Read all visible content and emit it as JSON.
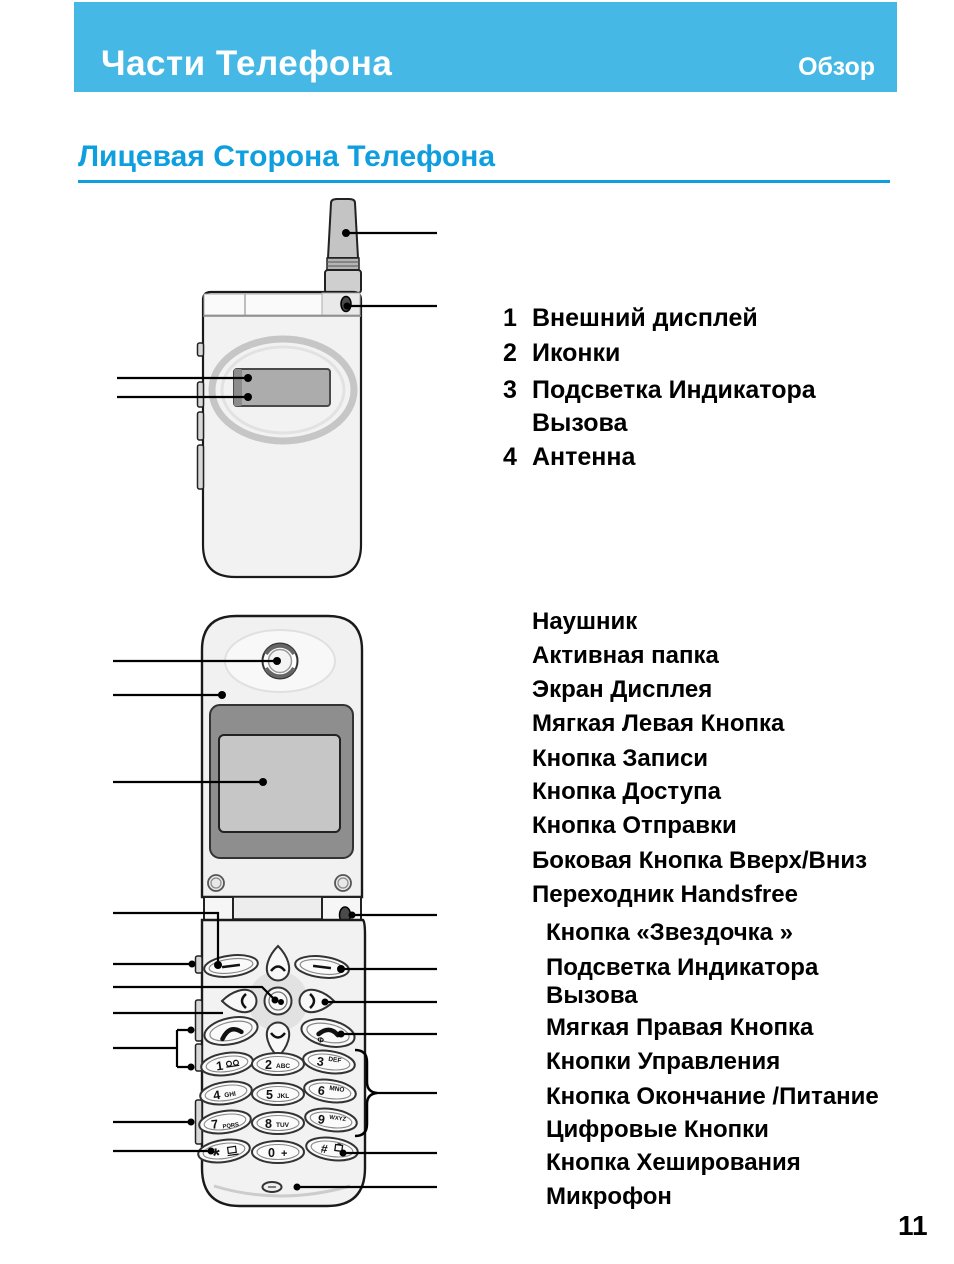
{
  "header": {
    "title": "Части Телефона",
    "right_label": "Обзор"
  },
  "section": {
    "title": "Лицевая Сторона Телефона"
  },
  "colors": {
    "header_bg": "#45B8E6",
    "accent_blue": "#0F9FDF"
  },
  "numbered_list": [
    {
      "num": "1",
      "label": "Внешний дисплей"
    },
    {
      "num": "2",
      "label": "Иконки"
    },
    {
      "num": "3",
      "label": "Подсветка Индикатора Вызова"
    },
    {
      "num": "4",
      "label": "Антенна"
    }
  ],
  "feature_list_a": [
    "Наушник",
    "Активная папка",
    "Экран Дисплея",
    "Мягкая Левая Кнопка",
    "Кнопка Записи",
    "Кнопка Доступа",
    "Кнопка Отправки",
    "Боковая Кнопка Вверх/Вниз",
    "Переходник Handsfree"
  ],
  "feature_list_b": [
    "Кнопка «Звездочка »",
    "Подсветка Индикатора Вызова",
    "Мягкая Правая Кнопка",
    "Кнопки Управления",
    "Кнопка Окончание /Питание",
    "Цифровые Кнопки",
    "Кнопка Хеширования",
    "Микрофон"
  ],
  "keypad": {
    "keys": [
      {
        "label": "1",
        "sub": ""
      },
      {
        "label": "2",
        "sub": "ABC"
      },
      {
        "label": "3",
        "sub": "DEF"
      },
      {
        "label": "4",
        "sub": "GHI"
      },
      {
        "label": "5",
        "sub": "JKL"
      },
      {
        "label": "6",
        "sub": "MNO"
      },
      {
        "label": "7",
        "sub": "PQRS"
      },
      {
        "label": "8",
        "sub": "TUV"
      },
      {
        "label": "9",
        "sub": "WXYZ"
      },
      {
        "label": "*",
        "sub": ""
      },
      {
        "label": "0",
        "sub": "+"
      },
      {
        "label": "#",
        "sub": ""
      }
    ],
    "end_key_symbol": "Φ"
  },
  "page_number": "11"
}
